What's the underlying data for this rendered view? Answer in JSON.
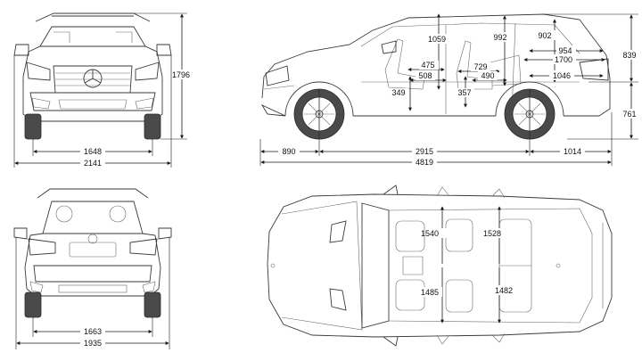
{
  "front_view": {
    "height": "1796",
    "track": "1648",
    "width": "2141"
  },
  "side_view": {
    "front_overhang": "890",
    "wheelbase": "2915",
    "rear_overhang": "1014",
    "length": "4819",
    "rear_height": "839",
    "ground_clearance": "761",
    "front_headroom": "1059",
    "rear_headroom": "992",
    "cargo_height": "902",
    "cargo_length_1": "954",
    "cargo_length_2": "1700",
    "cargo_length_3": "1046",
    "front_legroom": "475",
    "front_seat_depth": "508",
    "rear_legroom": "729",
    "rear_seat_depth": "490",
    "front_seat_height": "349",
    "rear_seat_height": "357"
  },
  "rear_view": {
    "track": "1663",
    "width": "1935"
  },
  "top_view": {
    "front_shoulder": "1540",
    "front_hip": "1485",
    "rear_shoulder": "1528",
    "rear_hip": "1482"
  }
}
